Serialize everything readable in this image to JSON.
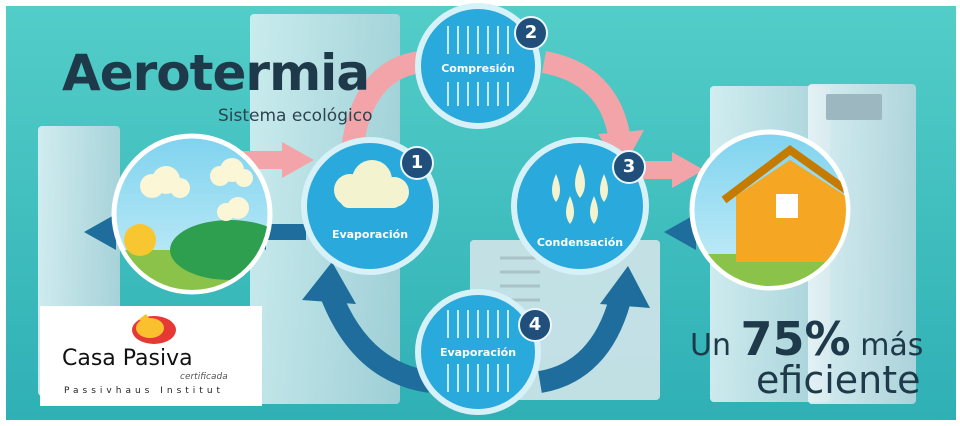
{
  "header": {
    "title": "Aerotermia",
    "subtitle": "Sistema ecológico"
  },
  "stages": [
    {
      "number": "1",
      "label": "Evaporación",
      "icon": "cloud-icon"
    },
    {
      "number": "2",
      "label": "Compresión",
      "icon": "compression-arrows-icon"
    },
    {
      "number": "3",
      "label": "Condensación",
      "icon": "droplets-icon"
    },
    {
      "number": "4",
      "label": "Evaporación",
      "icon": "expansion-arrows-icon"
    }
  ],
  "promo": {
    "prefix": "Un",
    "percent": "75%",
    "suffix": "más",
    "line2": "eficiente"
  },
  "logo": {
    "name": "Casa Pasiva",
    "certified": "certificada",
    "institute": "Passivhaus Institut"
  },
  "colors": {
    "background": "#4cc6c4",
    "circle": "#2aa9dc",
    "circle_border": "#d7f1f9",
    "warm_arrow": "#f2a4a8",
    "cool_arrow": "#1e6d9c",
    "house": "#f5a623",
    "text_dark": "#1e3a4a"
  }
}
